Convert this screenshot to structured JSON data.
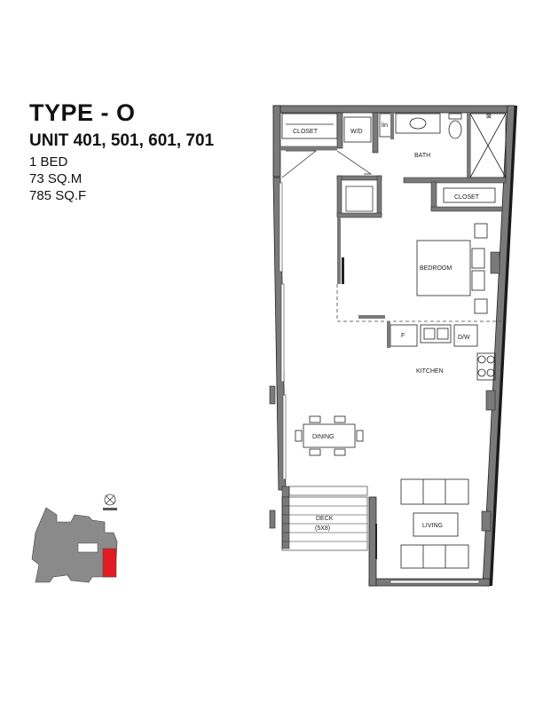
{
  "header": {
    "title": "TYPE - O",
    "units": "UNIT 401, 501, 601, 701",
    "beds": "1 BED",
    "area_m": "73 SQ.M",
    "area_f": "785 SQ.F"
  },
  "rooms": {
    "closet_top": "CLOSET",
    "wd": "W/D",
    "lin": "lin",
    "bath": "BATH",
    "closet_bed": "CLOSET",
    "bedroom": "BEDROOM",
    "fridge": "F",
    "dw": "D/W",
    "kitchen": "KITCHEN",
    "dining": "DINING",
    "deck": "DECK",
    "deck_size": "(5X8)",
    "living": "LIVING"
  },
  "colors": {
    "wall": "#7a7a7a",
    "wall_dark": "#1a1a1a",
    "highlight": "#e31b23",
    "keyplan": "#8a8a8a"
  },
  "icons": {
    "compass": "compass-icon"
  }
}
